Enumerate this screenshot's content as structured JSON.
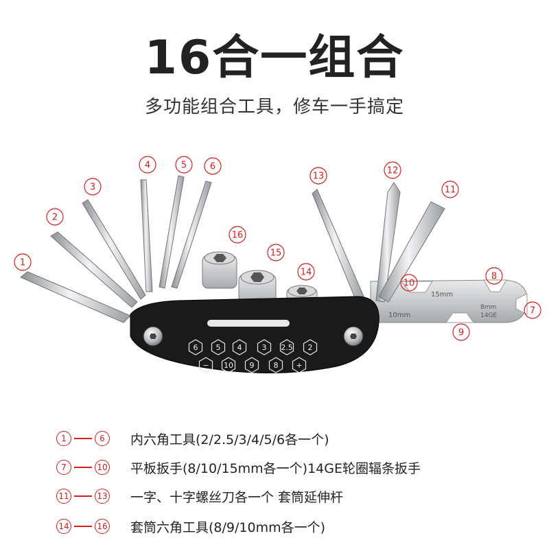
{
  "title": "16合一组合",
  "subtitle": "多功能组合工具，修车一手搞定",
  "callouts": [
    "1",
    "2",
    "3",
    "4",
    "5",
    "6",
    "7",
    "8",
    "9",
    "10",
    "11",
    "12",
    "13",
    "14",
    "15",
    "16"
  ],
  "tool_body": {
    "face_numbers": [
      "6",
      "5",
      "4",
      "3",
      "2.5",
      "2",
      "−",
      "10",
      "9",
      "8",
      "+"
    ],
    "wrench_marks": [
      "15mm",
      "10mm",
      "8mm",
      "14GE"
    ]
  },
  "legend": [
    {
      "from": "1",
      "to": "6",
      "text": "内六角工具(2/2.5/3/4/5/6各一个)"
    },
    {
      "from": "7",
      "to": "10",
      "text": "平板扳手(8/10/15mm各一个)14GE轮圈辐条扳手"
    },
    {
      "from": "11",
      "to": "13",
      "text": "一字、十字螺丝刀各一个 套筒延伸杆"
    },
    {
      "from": "14",
      "to": "16",
      "text": "套筒六角工具(8/9/10mm各一个)"
    }
  ],
  "colors": {
    "callout_red": "#d81c1c",
    "body_black": "#1a1a1a",
    "steel": "#c7c9cc"
  }
}
